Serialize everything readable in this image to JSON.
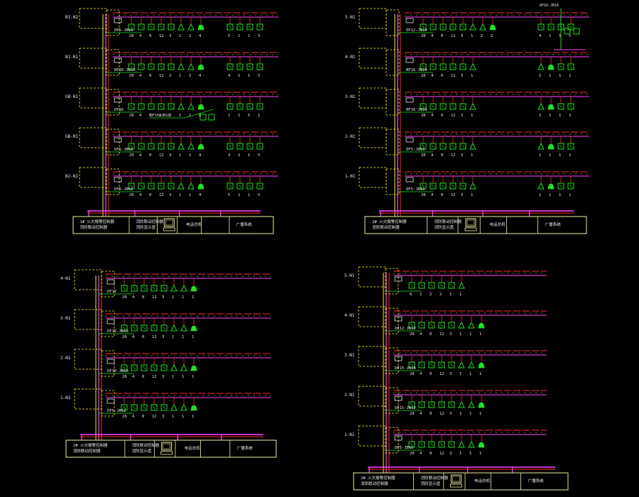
{
  "colors": {
    "background": "#000000",
    "bus_red": "#ff2a2a",
    "riser_magenta": "#ff44ff",
    "device_green": "#22e022",
    "frame_yellow": "#ffee33",
    "label_white": "#e8e8e8",
    "panel_border": "#f0f0a0"
  },
  "panels": [
    {
      "id": "top-left",
      "floors": [
        {
          "tag": "B1-N2",
          "cable": "DFS-JB16",
          "numbers": [
            "20",
            "4",
            "0",
            "12",
            "3",
            "1",
            "2",
            "4",
            "5",
            "1",
            "1",
            "5"
          ]
        },
        {
          "tag": "B1-N1",
          "cable": "NF16-JB16",
          "numbers": [
            "20",
            "4",
            "0",
            "12",
            "2",
            "1",
            "2",
            "4",
            "4",
            "1",
            "1",
            "5"
          ]
        },
        {
          "tag": "GB-N1",
          "cable": "DF16",
          "numbers": [
            "20",
            "4",
            "0",
            "8",
            "3",
            "1",
            "2",
            "8",
            "1",
            "1",
            "5",
            "1"
          ]
        },
        {
          "tag": "GB-N1",
          "cable": "DFS-JB16",
          "numbers": [
            "20",
            "4",
            "0",
            "12",
            "3",
            "1",
            "2",
            "4",
            "4",
            "1",
            "1",
            "5"
          ]
        },
        {
          "tag": "B2-N1",
          "cable": "DF5-JB16",
          "numbers": [
            "20",
            "4",
            "0",
            "12",
            "3",
            "1",
            "2",
            "4",
            "5",
            "1",
            "1",
            "5"
          ]
        }
      ],
      "subpanel_label": "DF16-JB16",
      "footer": [
        "1# 火灾报警控制器",
        "消防联动控制器",
        "消防联动控制器",
        "消防显示盘",
        "",
        "电话总机",
        "广播系统"
      ]
    },
    {
      "id": "top-right",
      "floors": [
        {
          "tag": "5-N1",
          "cable": "DF12-JB16",
          "numbers": [
            "20",
            "4",
            "0",
            "12",
            "3",
            "1",
            "2",
            "2",
            "4",
            "1",
            "1",
            "5"
          ]
        },
        {
          "tag": "4-N1",
          "cable": "NF16-JB16",
          "numbers": [
            "20",
            "4",
            "0",
            "12",
            "3",
            "1",
            "2",
            "1",
            "1",
            "1"
          ]
        },
        {
          "tag": "3-N1",
          "cable": "NF16-JB16",
          "numbers": [
            "20",
            "4",
            "0",
            "12",
            "3",
            "1",
            "2",
            "1",
            "1",
            "1"
          ]
        },
        {
          "tag": "2-N1",
          "cable": "DF5-JB16",
          "numbers": [
            "20",
            "4",
            "0",
            "12",
            "3",
            "1",
            "2",
            "1",
            "1",
            "1"
          ]
        },
        {
          "tag": "1-N1",
          "cable": "DF5-JB16",
          "numbers": [
            "20",
            "4",
            "0",
            "12",
            "3",
            "1",
            "2",
            "1",
            "1",
            "1"
          ]
        }
      ],
      "subpanel_label": "DF16-JB16",
      "footer": [
        "2# 火灾报警控制器",
        "消防联动控制器",
        "消防联动控制器",
        "消防显示盘",
        "",
        "电话总机",
        "广播系统"
      ]
    },
    {
      "id": "bottom-left",
      "floors": [
        {
          "tag": "4-N1",
          "cable": "DF12",
          "numbers": [
            "20",
            "4",
            "0",
            "12",
            "3",
            "1",
            "1",
            "1"
          ]
        },
        {
          "tag": "3-N1",
          "cable": "DF15-JB16",
          "numbers": [
            "20",
            "4",
            "0",
            "12",
            "3",
            "1",
            "1",
            "1"
          ]
        },
        {
          "tag": "2-N1",
          "cable": "DF15-JB16",
          "numbers": [
            "20",
            "4",
            "0",
            "12",
            "3",
            "1",
            "1",
            "1"
          ]
        },
        {
          "tag": "1-N1",
          "cable": "DF5-JB12",
          "numbers": [
            "20",
            "4",
            "0",
            "12",
            "3",
            "1",
            "1",
            "1"
          ]
        }
      ],
      "subpanel_label": "",
      "footer": [
        "2# 火灾报警控制器",
        "消防联动控制器",
        "消防联动控制器",
        "消防显示盘",
        "",
        "电话总机",
        "广播系统"
      ]
    },
    {
      "id": "bottom-right",
      "floors": [
        {
          "tag": "5-N1",
          "cable": "",
          "numbers": [
            "6",
            "2",
            "2",
            "2",
            "1",
            "1"
          ]
        },
        {
          "tag": "4-N1",
          "cable": "DF12-JB12",
          "numbers": [
            "20",
            "4",
            "0",
            "12",
            "3",
            "1",
            "1",
            "1"
          ]
        },
        {
          "tag": "3-N1",
          "cable": "DF15-JB16",
          "numbers": [
            "20",
            "4",
            "0",
            "12",
            "3",
            "1",
            "1",
            "1"
          ]
        },
        {
          "tag": "2-N1",
          "cable": "DF15-JB12",
          "numbers": [
            "20",
            "4",
            "0",
            "12",
            "3",
            "1",
            "1",
            "1"
          ]
        },
        {
          "tag": "1-N1",
          "cable": "DF5-JB16",
          "numbers": [
            "20",
            "4",
            "0",
            "12",
            "3",
            "1",
            "1",
            "1"
          ]
        }
      ],
      "subpanel_label": "",
      "footer": [
        "2# 火灾报警控制器",
        "消防联动控制器",
        "消防联动控制器",
        "消防显示盘",
        "",
        "电话总机",
        "广播系统"
      ]
    }
  ]
}
